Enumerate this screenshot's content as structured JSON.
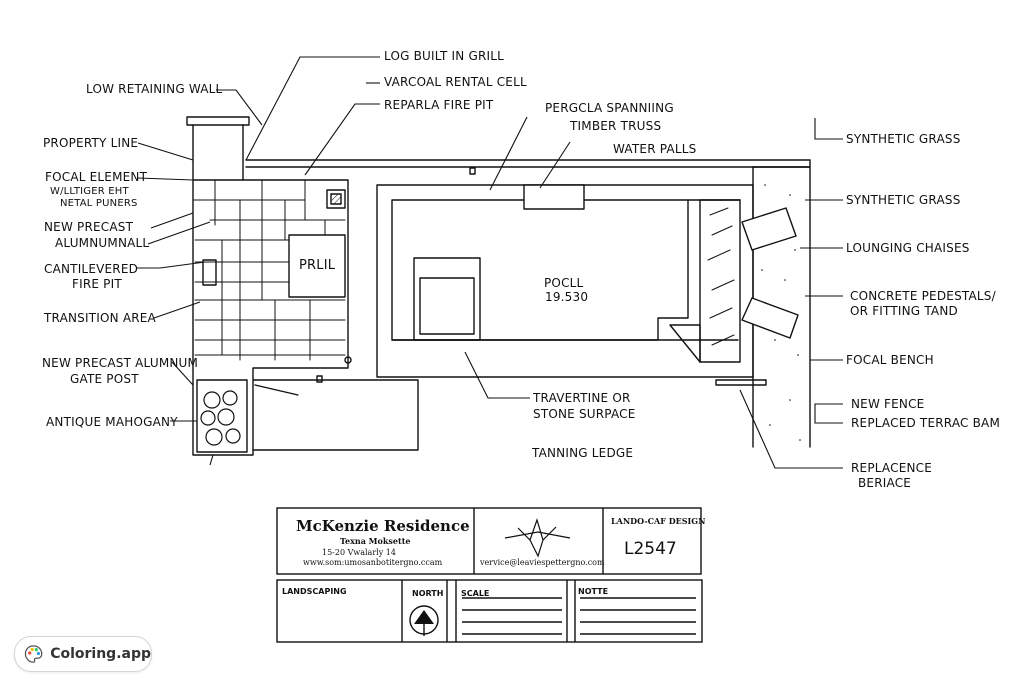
{
  "labels": {
    "log_grill": "LOG BUILT IN GRILL",
    "varcoal": "VARCOAL RENTAL CELL",
    "reparla": "REPARLA FIRE PIT",
    "low_wall": "LOW RETAINING WALL",
    "pergola_1": "PERGCLA SPANNIING",
    "pergola_2": "TIMBER TRUSS",
    "waterfalls": "WATER PALLS",
    "property": "PROPERTY LINE",
    "focal_1": "FOCAL ELEMENT",
    "focal_2": "W/LLTIGER EHT",
    "focal_3": "NETAL PUNERS",
    "precast_1": "NEW PRECAST",
    "precast_2": "ALUMNUMNALL",
    "cantilever_1": "CANTILEVERED",
    "cantilever_2": "FIRE PIT",
    "transition": "TRANSITION AREA",
    "gate_1": "NEW PRECAST ALUMNUM",
    "gate_2": "GATE POST",
    "mahogany": "ANTIQUE MAHOGANY",
    "prlil": "PRLIL",
    "pool_1": "POCLL",
    "pool_2": "19.530",
    "travertine_1": "TRAVERTINE OR",
    "travertine_2": "STONE SURPACE",
    "tanning": "TANNING LEDGE",
    "synth_1": "SYNTHETIC GRASS",
    "synth_2": "SYNTHETIC GRASS",
    "chaises": "LOUNGING CHAISES",
    "pedestal_1": "CONCRETE PEDESTALS/",
    "pedestal_2": "OR FITTING TAND",
    "bench": "FOCAL BENCH",
    "fence": "NEW FENCE",
    "terrace": "REPLACED TERRAC BAM",
    "replace_1": "REPLACENCE",
    "replace_2": "BERIACE"
  },
  "title_block": {
    "project": "McKenzie Residence",
    "owner": "Texna Moksette",
    "address": "15-20 Vwalarly 14",
    "website": "www.som:umosanbotitergno.ccam",
    "email": "vervice@leaviespettergno.com",
    "firm": "LANDO-CAF DESIGN",
    "sheet": "L2547",
    "landscaping": "LANDSCAPING",
    "north": "NORTH",
    "scale": "SCALE",
    "notte": "NOTTE"
  },
  "badge": {
    "brand": "Coloring.app"
  }
}
